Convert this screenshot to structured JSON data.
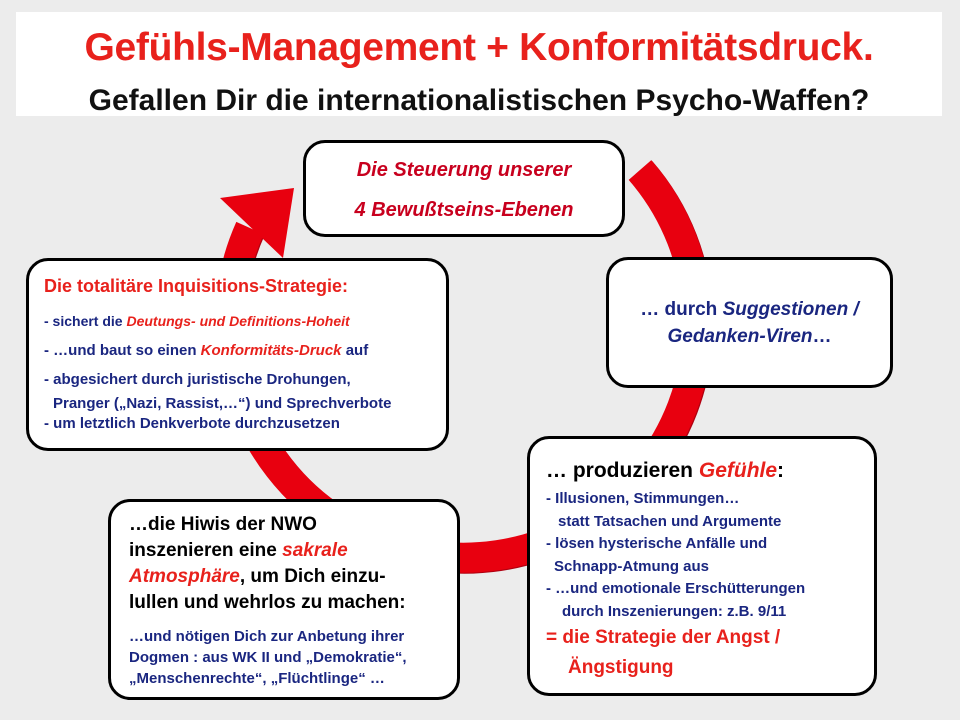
{
  "title": {
    "line1": "Gefühls-Management + Konformitätsdruck.",
    "line2": "Gefallen Dir die internationalistischen Psycho-Waffen?"
  },
  "colors": {
    "accent_red": "#e8211c",
    "navy": "#1a2680",
    "arrow_red": "#e8000f"
  },
  "box_top": {
    "line1": "Die Steuerung unserer",
    "line2": "4 Bewußtseins-Ebenen"
  },
  "box_right": {
    "line1_pre": "… durch ",
    "line1_em": "Suggestionen /",
    "line2_em": "Gedanken-Viren",
    "line2_post": "…"
  },
  "box_left": {
    "heading": "Die totalitäre Inquisitions-Strategie:",
    "item1_pre": "- sichert die ",
    "item1_em": "Deutungs- und Definitions-Hoheit",
    "item2_pre": "- …und baut so einen ",
    "item2_em": "Konformitäts-Druck",
    "item2_post": " auf",
    "item3_line1": "- abgesichert durch juristische Drohungen,",
    "item3_line2": "Pranger  („Nazi, Rassist,…“) und Sprechverbote",
    "item4": "- um letztlich Denkverbote durchzusetzen"
  },
  "box_lower_right": {
    "heading_pre": "… produzieren ",
    "heading_em": "Gefühle",
    "heading_post": ":",
    "item1_line1": "- Illusionen, Stimmungen…",
    "item1_line2": "statt Tatsachen und Argumente",
    "item2_line1": "- lösen hysterische Anfälle und",
    "item2_line2": "Schnapp-Atmung aus",
    "item3_line1": "- …und emotionale Erschütterungen",
    "item3_line2": "durch Inszenierungen: z.B. 9/11",
    "conclusion_line1": "= die Strategie der Angst /",
    "conclusion_line2": "Ängstigung"
  },
  "box_lower_left": {
    "line1": "…die Hiwis der NWO",
    "line2_pre": "inszenieren eine ",
    "line2_em": "sakrale",
    "line3_em": "Atmosphäre",
    "line3_post": ", um Dich einzu-",
    "line4": "lullen und wehrlos zu machen:",
    "detail_line1": "…und nötigen Dich zur Anbetung ihrer",
    "detail_line2": "Dogmen : aus WK II und „Demokratie“,",
    "detail_line3": "„Menschenrechte“, „Flüchtlinge“ …"
  }
}
